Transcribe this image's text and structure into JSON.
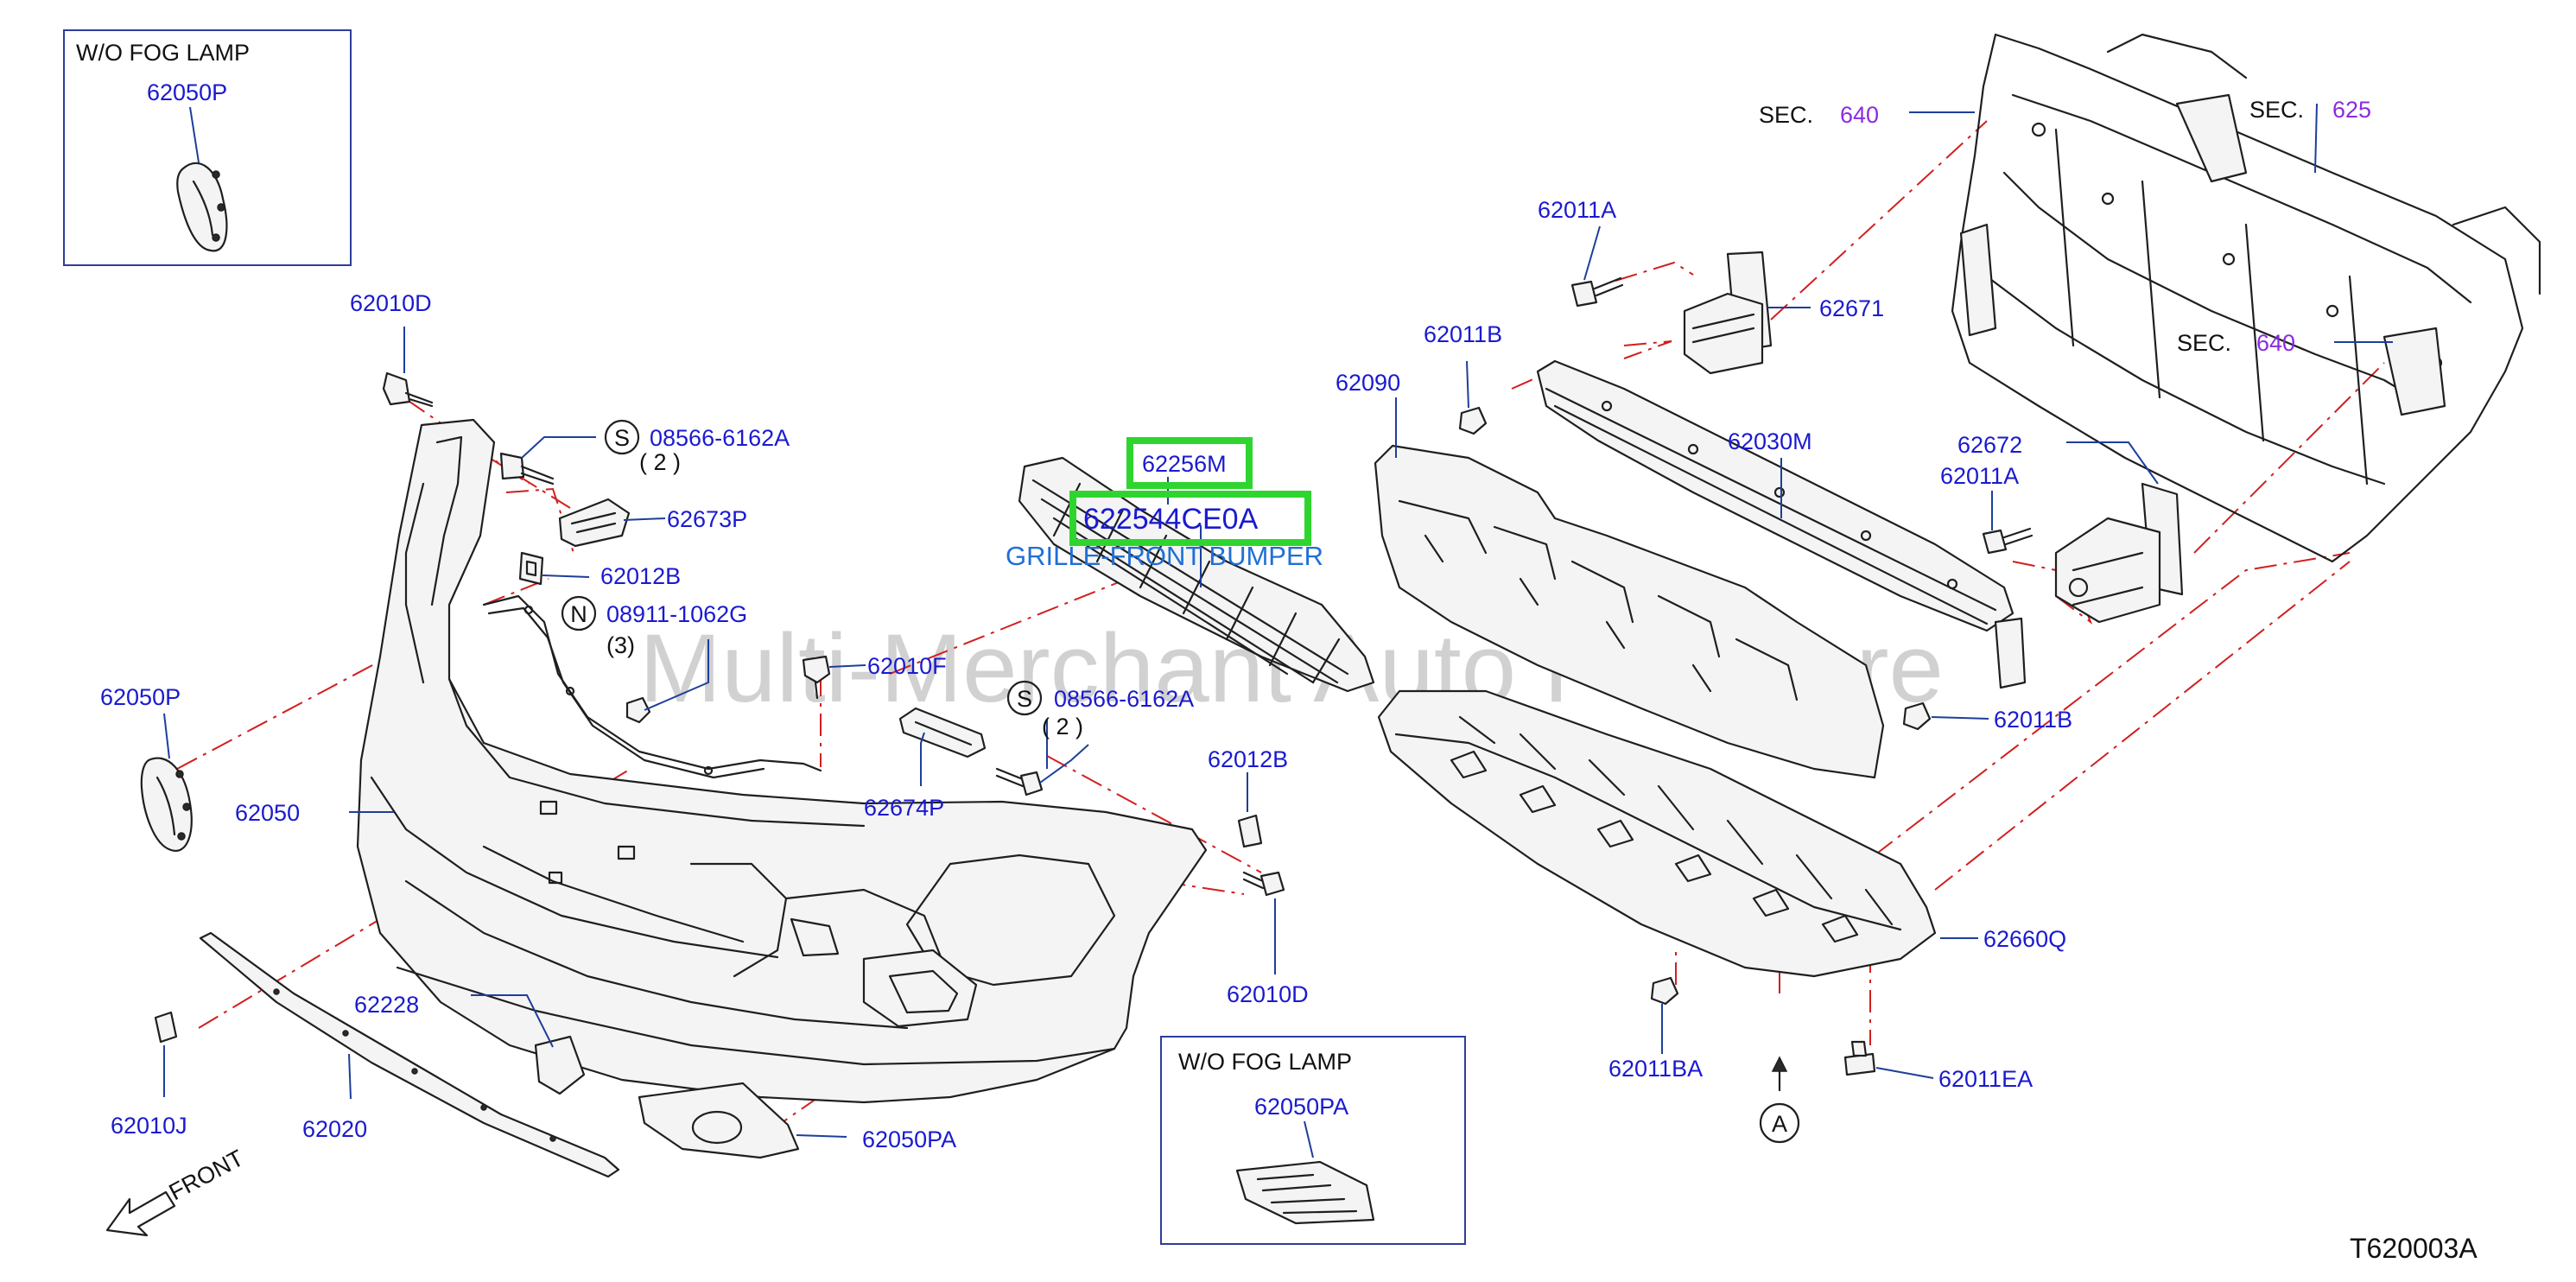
{
  "labels": {
    "wo_fog_lamp_top": "W/O   FOG   LAMP",
    "p62050P_box": "62050P",
    "p62010D_top": "62010D",
    "s_screw_a": "08566-6162A",
    "s_screw_a_qty": "( 2 )",
    "p62673P": "62673P",
    "p62012B_left": "62012B",
    "n_nut": "08911-1062G",
    "n_nut_qty": "(3)",
    "p62010F": "62010F",
    "p62050P_left": "62050P",
    "p62050": "62050",
    "p62256M": "62256M",
    "p62254": "622544CE0A",
    "grille_name": "GRILLE-FRONT BUMPER",
    "s_screw_b": "08566-6162A",
    "s_screw_b_qty": "( 2 )",
    "p62674P": "62674P",
    "p62012B_right": "62012B",
    "p62010D_right": "62010D",
    "p62228": "62228",
    "p62010J": "62010J",
    "p62020": "62020",
    "p62050PA": "62050PA",
    "front": "FRONT",
    "wo_fog_lamp_bottom": "W/O   FOG   LAMP",
    "p62050PA_box": "62050PA",
    "p62090": "62090",
    "p62011B_top": "62011B",
    "p62011A_top": "62011A",
    "p62671": "62671",
    "p62030M": "62030M",
    "sec_label_1": "SEC.",
    "sec_640_top": "640",
    "sec_label_2": "SEC.",
    "sec_625": "625",
    "sec_label_3": "SEC.",
    "sec_640_right": "640",
    "p62672": "62672",
    "p62011A_mid": "62011A",
    "p62011B_right": "62011B",
    "p62660Q": "62660Q",
    "p62011BA": "62011BA",
    "p62011EA": "62011EA",
    "ref_a": "A",
    "ref_s1": "S",
    "ref_n": "N",
    "ref_s2": "S",
    "diagram_code": "T620003A",
    "watermark": "Multi-Merchant Auto Partstore"
  },
  "colors": {
    "part_number": "#1a1ad0",
    "section_number": "#8a2be2",
    "phantom_line": "#d21f1f",
    "highlight": "#2fd52f"
  }
}
